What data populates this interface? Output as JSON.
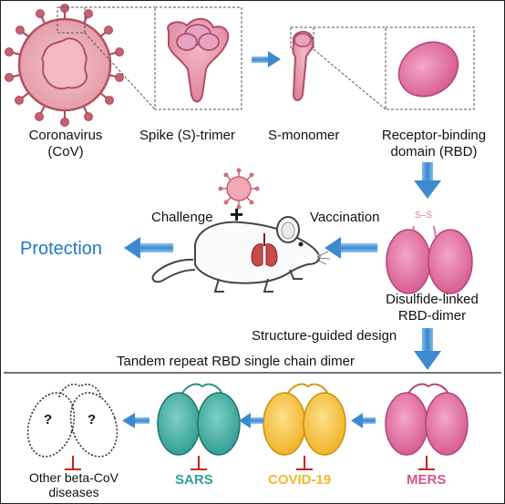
{
  "stage1": {
    "coronavirus": [
      "Coronavirus",
      "(CoV)"
    ],
    "spike_trimer": "Spike (S)-trimer",
    "s_monomer": "S-monomer",
    "rbd": [
      "Receptor-binding",
      "domain (RBD)"
    ]
  },
  "stage2": {
    "challenge": "Challenge",
    "plus": "+",
    "vaccination": "Vaccination",
    "protection": "Protection",
    "disulfide_bond": "S–S",
    "dimer": [
      "Disulfide-linked",
      "RBD-dimer"
    ]
  },
  "stage3": {
    "design": "Structure-guided design",
    "tandem": "Tandem repeat RBD single chain dimer",
    "unknown_mark": "?",
    "other": [
      "Other beta-CoV",
      "diseases"
    ],
    "sars": "SARS",
    "covid": "COVID-19",
    "mers": "MERS"
  },
  "colors": {
    "virus": "#d4707f",
    "rbd_pink": "#d95f96",
    "sars_teal": "#2fa196",
    "covid_yellow": "#f2b828",
    "mers_pink": "#d65591",
    "arrow_blue": "#5da2dc",
    "inhibit_red": "#c42222",
    "protection_text": "#1f78c8"
  },
  "icons": [
    "coronavirus-icon",
    "spike-trimer-icon",
    "s-monomer-icon",
    "rbd-icon",
    "mouse-icon",
    "rbd-dimer-icon"
  ]
}
